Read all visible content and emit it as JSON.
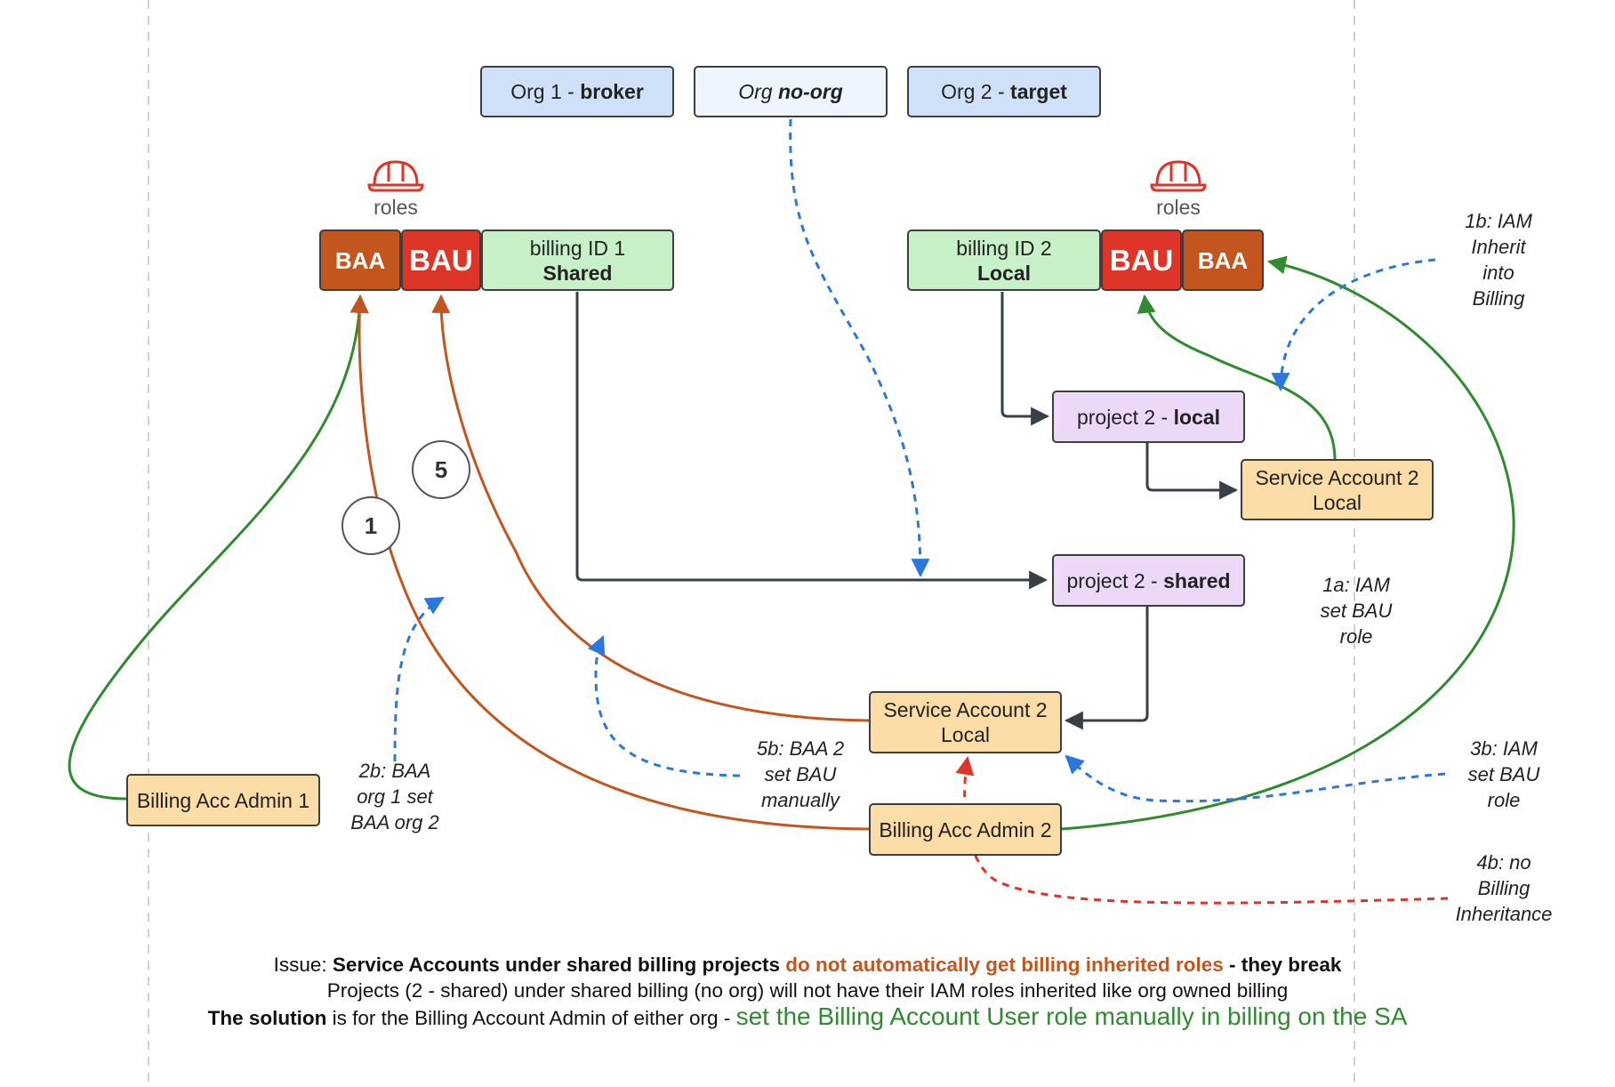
{
  "orgs": [
    {
      "prefix": "Org 1 - ",
      "name": "broker"
    },
    {
      "prefix": "Org ",
      "name": "no-org"
    },
    {
      "prefix": "Org 2 - ",
      "name": "target"
    }
  ],
  "roles_label": "roles",
  "role_baa": "BAA",
  "role_bau": "BAU",
  "billing1": {
    "line1": "billing ID 1",
    "line2": "Shared"
  },
  "billing2": {
    "line1": "billing ID 2",
    "line2": "Local"
  },
  "project_local": {
    "prefix": "project 2 - ",
    "name": "local"
  },
  "project_shared": {
    "prefix": "project 2 - ",
    "name": "shared"
  },
  "sa_top": {
    "line1": "Service Account 2",
    "line2": "Local"
  },
  "sa_bottom": {
    "line1": "Service Account 2",
    "line2": "Local"
  },
  "baa1_label": "Billing Acc Admin 1",
  "baa2_label": "Billing Acc Admin 2",
  "circles": {
    "one": "1",
    "five": "5"
  },
  "notes": {
    "n1b": "1b: IAM\nInherit\ninto\nBilling",
    "n1a": "1a: IAM\nset BAU\nrole",
    "n2b": "2b: BAA\norg 1 set\nBAA org 2",
    "n5b": "5b: BAA 2\nset BAU\nmanually",
    "n3b": "3b: IAM\nset BAU\nrole",
    "n4b": "4b: no\nBilling\nInheritance"
  },
  "footer": {
    "l1_a": "Issue: ",
    "l1_b": "Service Accounts under shared billing projects ",
    "l1_c": "do not automatically get billing inherited roles",
    "l1_d": " - they break",
    "l2": "Projects (2 - shared) under shared billing (no org) will not have their IAM roles inherited like org owned billing",
    "l3_a": "The solution",
    "l3_b": " is for the Billing Account Admin of either org - ",
    "l3_c": "set the Billing Account User role manually in billing on the SA"
  },
  "colors": {
    "green_line": "#2e8b2e",
    "orange_line": "#c2561e",
    "blue_dash": "#2b77dd",
    "red_dash": "#dd3528",
    "dark_line": "#3a3f47"
  }
}
